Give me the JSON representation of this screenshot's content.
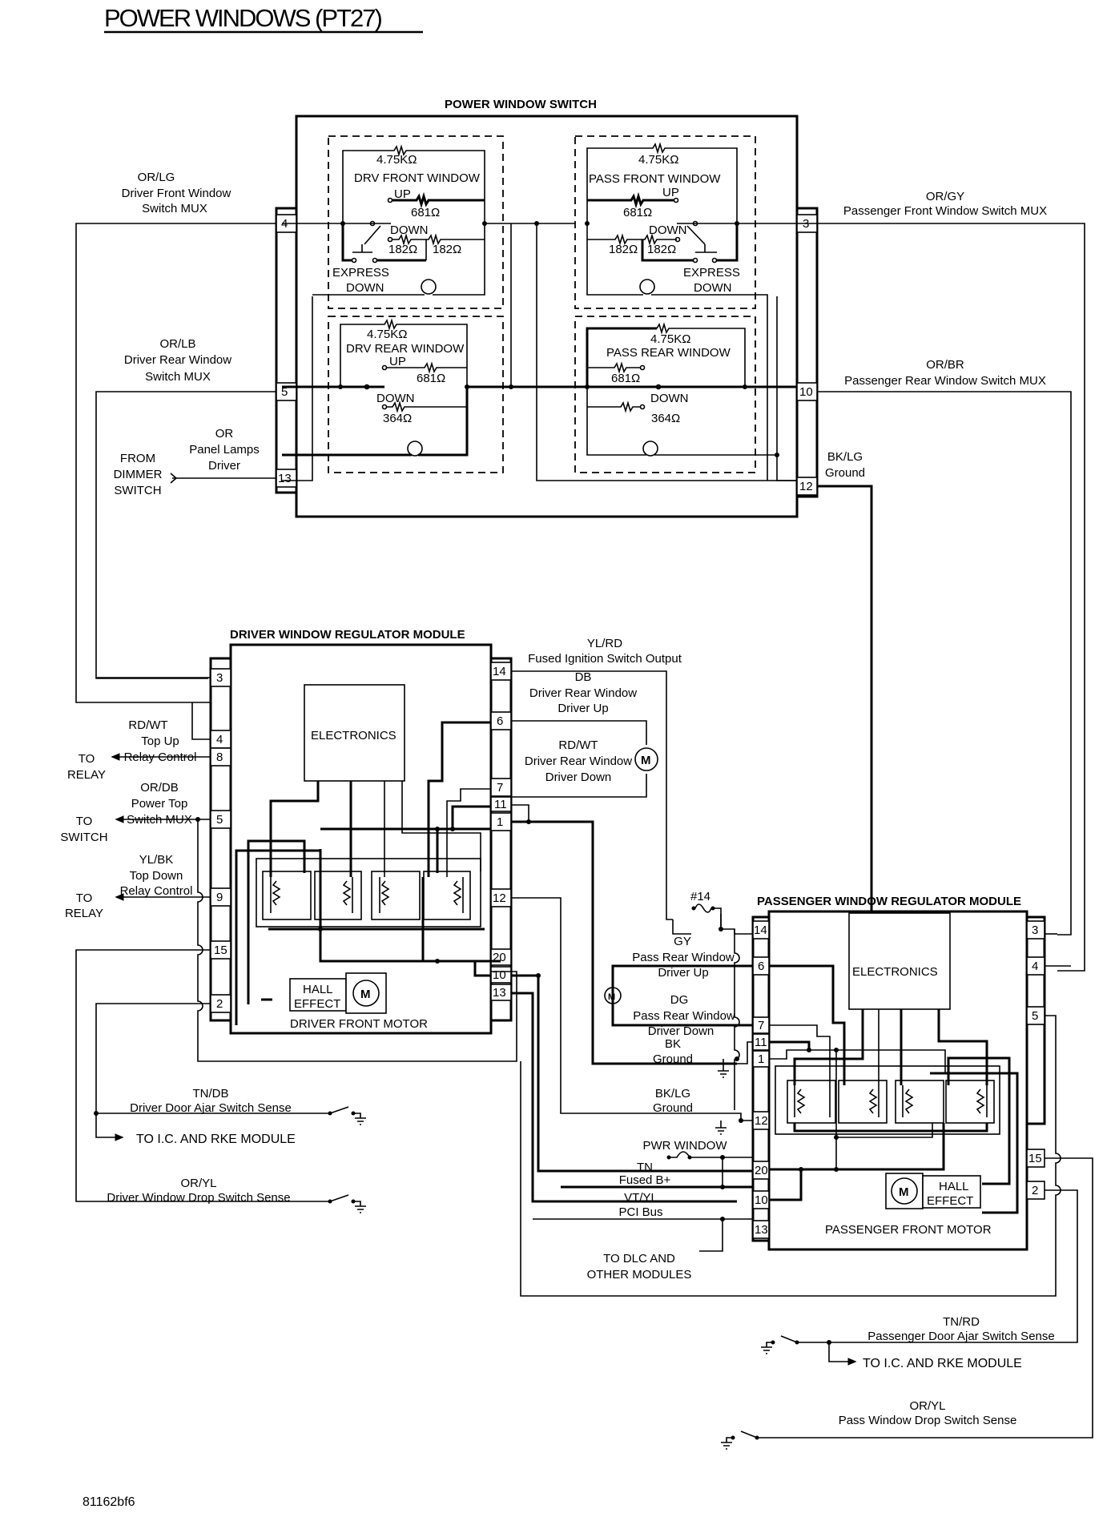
{
  "title": "POWER WINDOWS (PT27)",
  "figure_id": "81162bf6",
  "power_window_switch": {
    "label": "POWER WINDOW SWITCH",
    "pins_left": [
      "4",
      "5",
      "13"
    ],
    "pins_right": [
      "3",
      "10",
      "12"
    ],
    "sections": {
      "drv_front": {
        "name": "DRV FRONT WINDOW",
        "r_top": "4.75KΩ",
        "up": "UP",
        "r_up": "681Ω",
        "down": "DOWN",
        "r_down1": "182Ω",
        "r_down2": "182Ω",
        "express1": "EXPRESS",
        "express2": "DOWN"
      },
      "pass_front": {
        "name": "PASS FRONT WINDOW",
        "r_top": "4.75KΩ",
        "up": "UP",
        "r_up": "681Ω",
        "down": "DOWN",
        "r_down1": "182Ω",
        "r_down2": "182Ω",
        "express1": "EXPRESS",
        "express2": "DOWN"
      },
      "drv_rear": {
        "name": "DRV REAR WINDOW",
        "r_top": "4.75KΩ",
        "up": "UP",
        "r_up": "681Ω",
        "down": "DOWN",
        "r_down": "364Ω"
      },
      "pass_rear": {
        "name": "PASS REAR WINDOW",
        "r_top": "4.75KΩ",
        "r_up": "681Ω",
        "down": "DOWN",
        "r_down": "364Ω"
      }
    }
  },
  "switch_wires": {
    "or_lg": {
      "color": "OR/LG",
      "l1": "Driver Front Window",
      "l2": "Switch MUX"
    },
    "or_lb": {
      "color": "OR/LB",
      "l1": "Driver Rear Window",
      "l2": "Switch MUX"
    },
    "or": {
      "color": "OR",
      "l1": "Panel Lamps",
      "l2": "Driver"
    },
    "from_dimmer": {
      "l1": "FROM",
      "l2": "DIMMER",
      "l3": "SWITCH"
    },
    "or_gy": {
      "color": "OR/GY",
      "l1": "Passenger Front Window Switch MUX"
    },
    "or_br": {
      "color": "OR/BR",
      "l1": "Passenger Rear Window Switch MUX"
    },
    "bk_lg_top": {
      "color": "BK/LG",
      "l1": "Ground"
    }
  },
  "driver_module": {
    "label": "DRIVER WINDOW REGULATOR MODULE",
    "electronics": "ELECTRONICS",
    "hall1": "HALL",
    "hall2": "EFFECT",
    "motor": "M",
    "motor_label": "DRIVER FRONT MOTOR",
    "pins_left": [
      "3",
      "4",
      "8",
      "5",
      "9",
      "15",
      "2"
    ],
    "pins_right": [
      "14",
      "6",
      "7",
      "11",
      "1",
      "12",
      "20",
      "10",
      "13"
    ]
  },
  "driver_wires": {
    "rd_wt_top": {
      "color": "RD/WT",
      "l1": "Top Up",
      "l2": "Relay Control"
    },
    "to_relay1": {
      "l1": "TO",
      "l2": "RELAY"
    },
    "or_db": {
      "color": "OR/DB",
      "l1": "Power Top",
      "l2": "Switch MUX"
    },
    "to_switch": {
      "l1": "TO",
      "l2": "SWITCH"
    },
    "yl_bk": {
      "color": "YL/BK",
      "l1": "Top Down",
      "l2": "Relay Control"
    },
    "to_relay2": {
      "l1": "TO",
      "l2": "RELAY"
    },
    "yl_rd": {
      "color": "YL/RD",
      "l1": "Fused Ignition Switch Output"
    },
    "db": {
      "color": "DB",
      "l1": "Driver Rear Window",
      "l2": "Driver Up"
    },
    "rd_wt_rear": {
      "color": "RD/WT",
      "l1": "Driver Rear Window",
      "l2": "Driver Down"
    },
    "rear_motor": "M"
  },
  "passenger_module": {
    "label": "PASSENGER WINDOW REGULATOR MODULE",
    "electronics": "ELECTRONICS",
    "hall1": "HALL",
    "hall2": "EFFECT",
    "motor": "M",
    "motor_label": "PASSENGER FRONT MOTOR",
    "pins_left": [
      "14",
      "6",
      "7",
      "11",
      "1",
      "12",
      "20",
      "10",
      "13"
    ],
    "pins_right": [
      "3",
      "4",
      "5",
      "15",
      "2"
    ]
  },
  "passenger_wires": {
    "fuse14": "#14",
    "gy": {
      "color": "GY",
      "l1": "Pass Rear Window",
      "l2": "Driver Up"
    },
    "dg": {
      "color": "DG",
      "l1": "Pass Rear Window",
      "l2": "Driver Down"
    },
    "rear_motor": "M",
    "bk": {
      "color": "BK",
      "l1": "Ground"
    },
    "bk_lg": {
      "color": "BK/LG",
      "l1": "Ground"
    },
    "pwr_window": "PWR WINDOW",
    "tn": {
      "color": "TN",
      "l1": "Fused B+"
    },
    "vt_yl": {
      "color": "VT/YL",
      "l1": "PCI Bus"
    },
    "to_dlc": {
      "l1": "TO DLC AND",
      "l2": "OTHER MODULES"
    }
  },
  "sense_wires": {
    "tn_db": {
      "color": "TN/DB",
      "l1": "Driver Door Ajar Switch Sense"
    },
    "to_ic_1": "TO I.C. AND RKE MODULE",
    "or_yl_drv": {
      "color": "OR/YL",
      "l1": "Driver Window Drop Switch Sense"
    },
    "tn_rd": {
      "color": "TN/RD",
      "l1": "Passenger Door Ajar Switch Sense"
    },
    "to_ic_2": "TO I.C. AND RKE MODULE",
    "or_yl_pass": {
      "color": "OR/YL",
      "l1": "Pass Window Drop Switch Sense"
    }
  }
}
